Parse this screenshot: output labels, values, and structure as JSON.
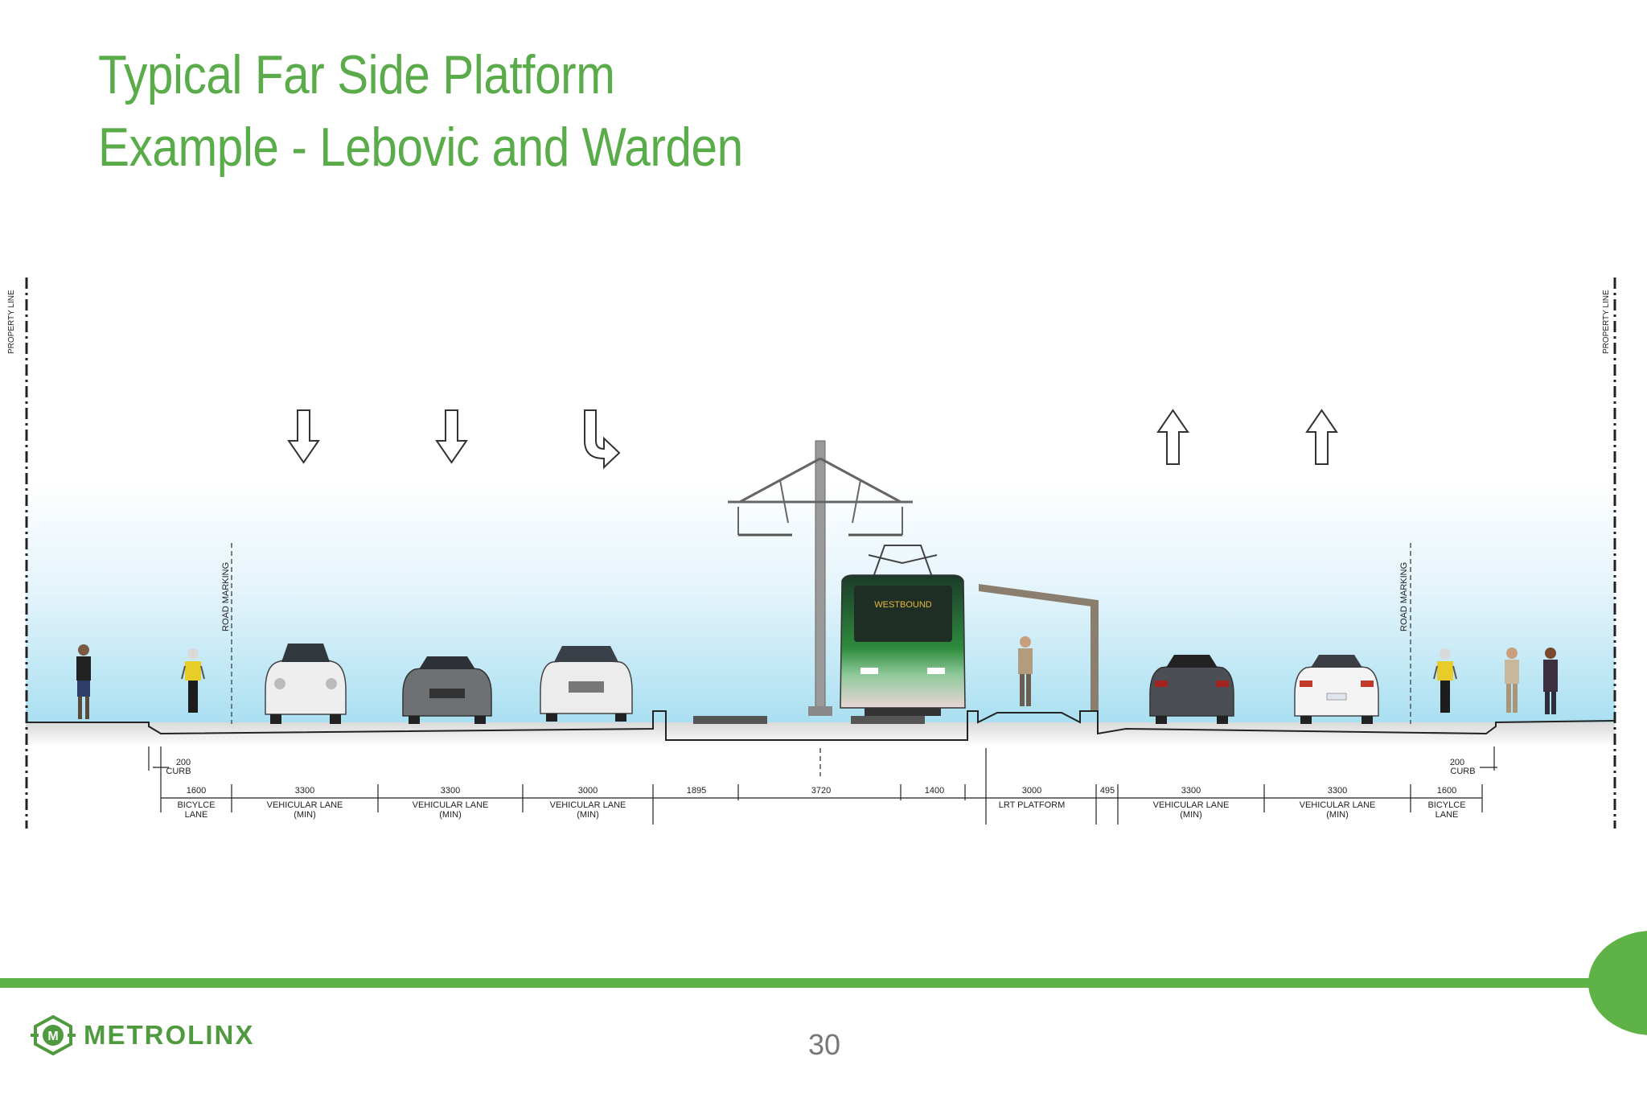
{
  "slide": {
    "title_line1": "Typical Far Side Platform",
    "title_line2": "Example - Lebovic and Warden",
    "page_number": "30"
  },
  "brand": {
    "name": "METROLINX",
    "accent_color": "#5fb246",
    "title_color": "#5aac4a"
  },
  "diagram": {
    "property_line_label": "PROPERTY LINE",
    "road_marking_label": "ROAD MARKING",
    "lrv_destination": "WESTBOUND",
    "icons": [
      "down-arrow-icon",
      "down-arrow-icon",
      "right-turn-arrow-icon",
      "up-arrow-icon",
      "up-arrow-icon"
    ],
    "curb_left": {
      "value": "200",
      "label": "CURB"
    },
    "curb_right": {
      "value": "200",
      "label": "CURB"
    },
    "dimensions": [
      {
        "value": "1600",
        "label1": "BICYLCE",
        "label2": "LANE"
      },
      {
        "value": "3300",
        "label1": "VEHICULAR LANE",
        "label2": "(MIN)"
      },
      {
        "value": "3300",
        "label1": "VEHICULAR LANE",
        "label2": "(MIN)"
      },
      {
        "value": "3000",
        "label1": "VEHICULAR LANE",
        "label2": "(MIN)"
      },
      {
        "value": "1895",
        "label1": "",
        "label2": ""
      },
      {
        "value": "3720",
        "label1": "",
        "label2": ""
      },
      {
        "value": "1400",
        "label1": "",
        "label2": ""
      },
      {
        "value": "3000",
        "label1": "LRT PLATFORM",
        "label2": ""
      },
      {
        "value": "495",
        "label1": "",
        "label2": ""
      },
      {
        "value": "3300",
        "label1": "VEHICULAR LANE",
        "label2": "(MIN)"
      },
      {
        "value": "3300",
        "label1": "VEHICULAR LANE",
        "label2": "(MIN)"
      },
      {
        "value": "1600",
        "label1": "BICYLCE",
        "label2": "LANE"
      }
    ]
  }
}
